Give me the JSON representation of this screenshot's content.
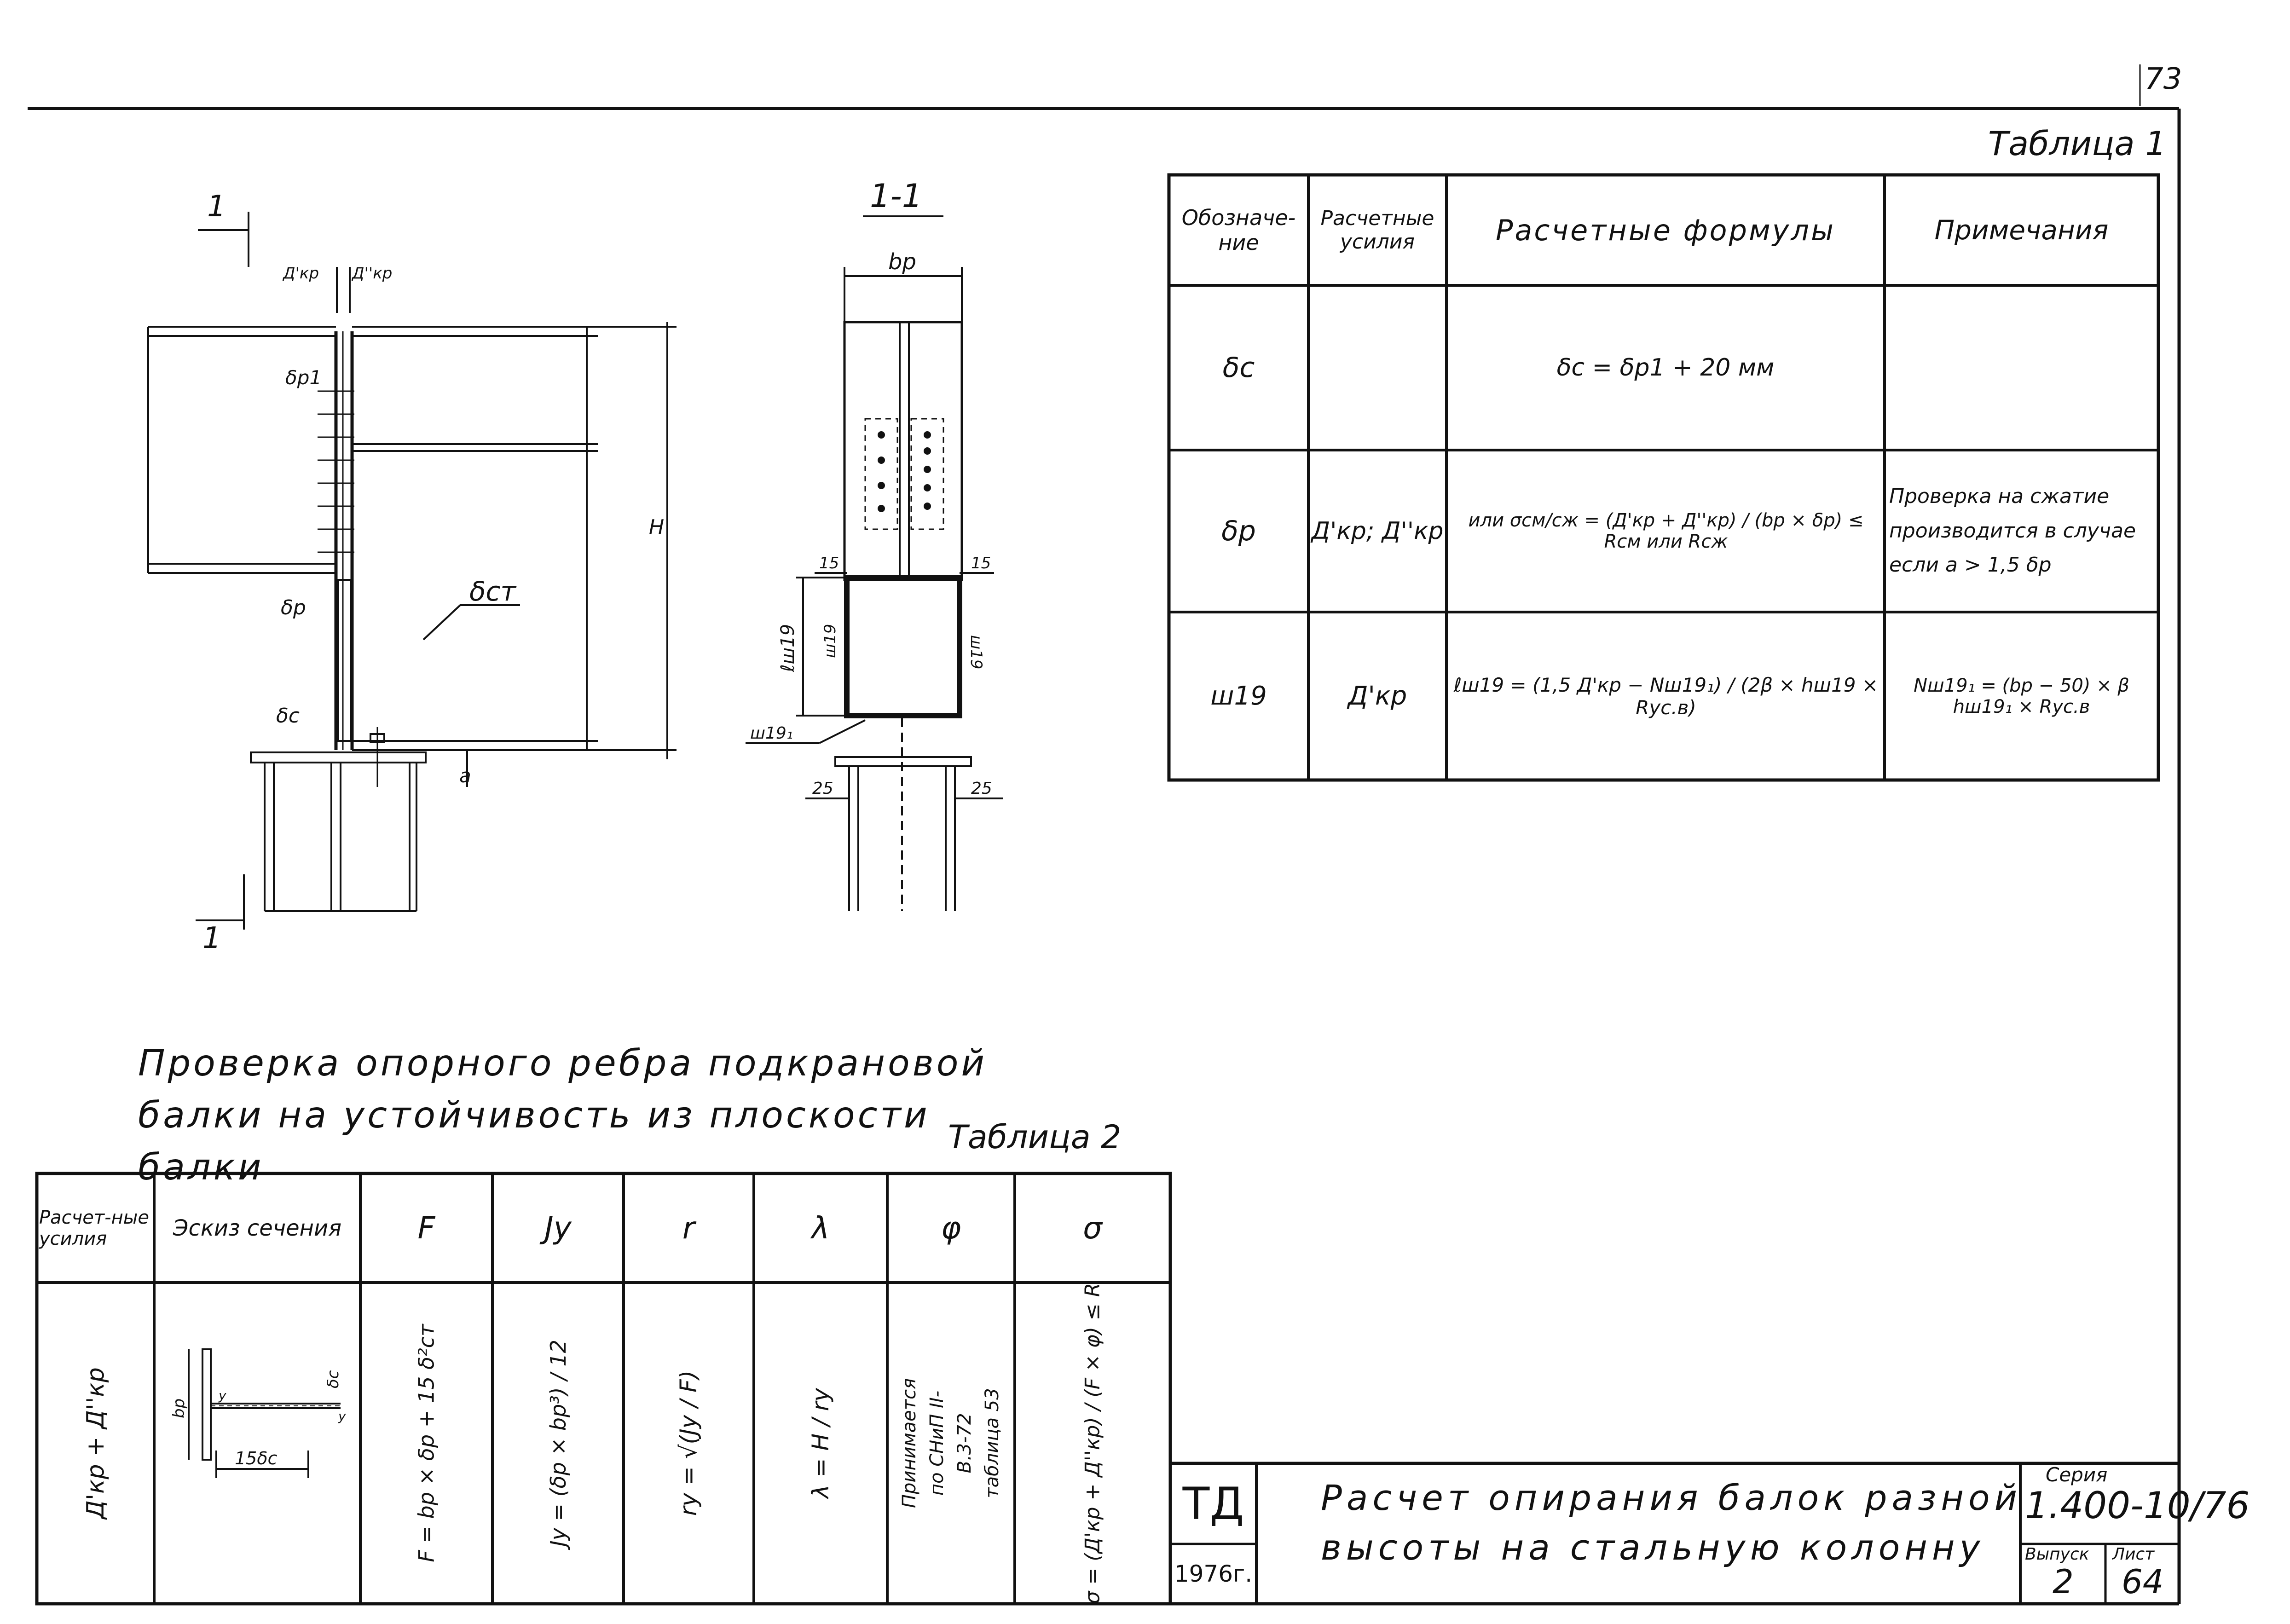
{
  "page_number": "73",
  "table1": {
    "caption": "Таблица 1",
    "headers": [
      "Обозначе-ние",
      "Расчетные усилия",
      "Расчетные формулы",
      "Примечания"
    ],
    "rows": [
      {
        "symbol": "δс",
        "forces": "",
        "formula": "δс = δр1 + 20 мм",
        "note": ""
      },
      {
        "symbol": "δр",
        "forces": "Д'кр; Д''кр",
        "formula": "или σсм/сж = (Д'кр + Д''кр) / (bр × δр) ≤ Rсм или Rсж",
        "note": "Проверка на сжатие производится в случае если a > 1,5 δр"
      },
      {
        "symbol": "ш19",
        "forces": "Д'кр",
        "formula": "ℓш19 = (1,5 Д'кр − Nш19₁) / (2β × hш19 × Rус.в)",
        "note": "Nш19₁ = (bр − 50) × β hш19₁ × Rус.в"
      }
    ]
  },
  "drawing_left": {
    "section_mark": "1",
    "labels": [
      "Д'кр",
      "Д''кр",
      "δр1",
      "δр",
      "δс",
      "δст",
      "H",
      "a"
    ]
  },
  "drawing_right": {
    "title": "1-1",
    "labels": [
      "bр",
      "15",
      "15",
      "ℓш19",
      "ш19",
      "ш19",
      "ш19₁",
      "25",
      "25"
    ]
  },
  "heading": "Проверка опорного ребра подкрановой балки на устойчивость из плоскости балки",
  "table2": {
    "caption": "Таблица 2",
    "headers": [
      "Расчет-ные усилия",
      "Эскиз сечения",
      "F",
      "Jу",
      "r",
      "λ",
      "φ",
      "σ"
    ],
    "row": {
      "forces": "Д'кр + Д''кр",
      "sketch_labels": [
        "bр",
        "y",
        "y",
        "δс",
        "15δс"
      ],
      "F": "F = bр × δр + 15 δ²ст",
      "Jy": "Jу = (δр × bр³) / 12",
      "r": "rу = √(Jу / F)",
      "lambda": "λ = H / rу",
      "phi": "Принимается по СНиП II-В.3-72 таблица 53",
      "sigma": "σ = (Д'кр + Д''кр) / (F × φ) ≤ R"
    }
  },
  "title_block": {
    "org": "ТД",
    "year": "1976г.",
    "title_line1": "Расчет опирания балок разной",
    "title_line2": "высоты на стальную колонну",
    "series_label": "Серия",
    "series": "1.400-10/76",
    "issue_label": "Выпуск",
    "issue": "2",
    "sheet_label": "Лист",
    "sheet": "64"
  }
}
